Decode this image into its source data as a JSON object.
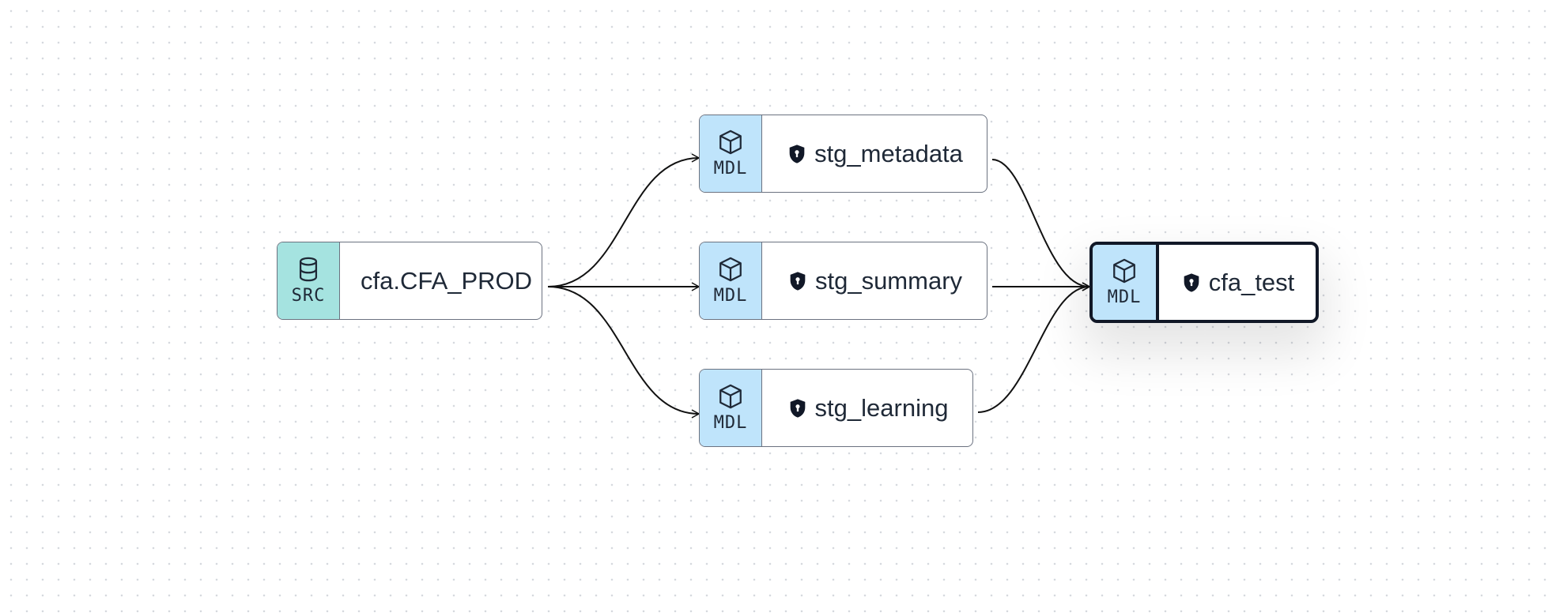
{
  "nodes": {
    "source": {
      "badge": "SRC",
      "name": "cfa.CFA_PROD",
      "icon": "database-icon",
      "badge_color": "#a5e3e0"
    },
    "stg_metadata": {
      "badge": "MDL",
      "name": "stg_metadata",
      "icon": "cube-icon",
      "badge_color": "#bfe4fb"
    },
    "stg_summary": {
      "badge": "MDL",
      "name": "stg_summary",
      "icon": "cube-icon",
      "badge_color": "#bfe4fb"
    },
    "stg_learning": {
      "badge": "MDL",
      "name": "stg_learning",
      "icon": "cube-icon",
      "badge_color": "#bfe4fb"
    },
    "cfa_test": {
      "badge": "MDL",
      "name": "cfa_test",
      "icon": "cube-icon",
      "badge_color": "#bfe4fb",
      "selected": true
    }
  },
  "edges": [
    {
      "from": "source",
      "to": "stg_metadata"
    },
    {
      "from": "source",
      "to": "stg_summary"
    },
    {
      "from": "source",
      "to": "stg_learning"
    },
    {
      "from": "stg_metadata",
      "to": "cfa_test"
    },
    {
      "from": "stg_summary",
      "to": "cfa_test"
    },
    {
      "from": "stg_learning",
      "to": "cfa_test"
    }
  ],
  "colors": {
    "edge": "#111111",
    "node_border": "#6b7280",
    "selected_border": "#111827",
    "text": "#1f2937"
  }
}
